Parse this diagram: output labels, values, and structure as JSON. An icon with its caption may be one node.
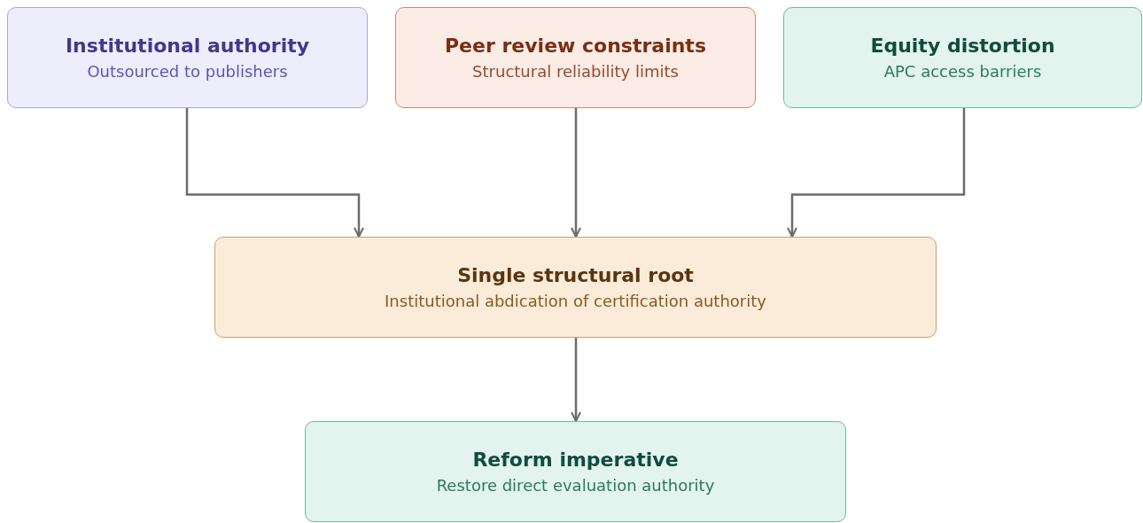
{
  "diagram": {
    "nodes": [
      {
        "text": [
          "Institutional authority",
          "Outsourced to publishers"
        ]
      },
      {
        "text": [
          "Peer review constraints",
          "Structural reliability limits"
        ]
      },
      {
        "text": [
          "Equity distortion",
          "APC access barriers"
        ]
      },
      {
        "text": [
          "Single structural root",
          "Institutional abdication of certification authority"
        ]
      },
      {
        "text": [
          "Reform imperative",
          "Restore direct evaluation authority"
        ]
      }
    ],
    "edges": [
      {
        "from": 0,
        "to": 3,
        "arrow": "to"
      },
      {
        "from": 1,
        "to": 3,
        "arrow": "to"
      },
      {
        "from": 2,
        "to": 3,
        "arrow": "to"
      },
      {
        "from": 3,
        "to": 4,
        "arrow": "to"
      }
    ]
  }
}
